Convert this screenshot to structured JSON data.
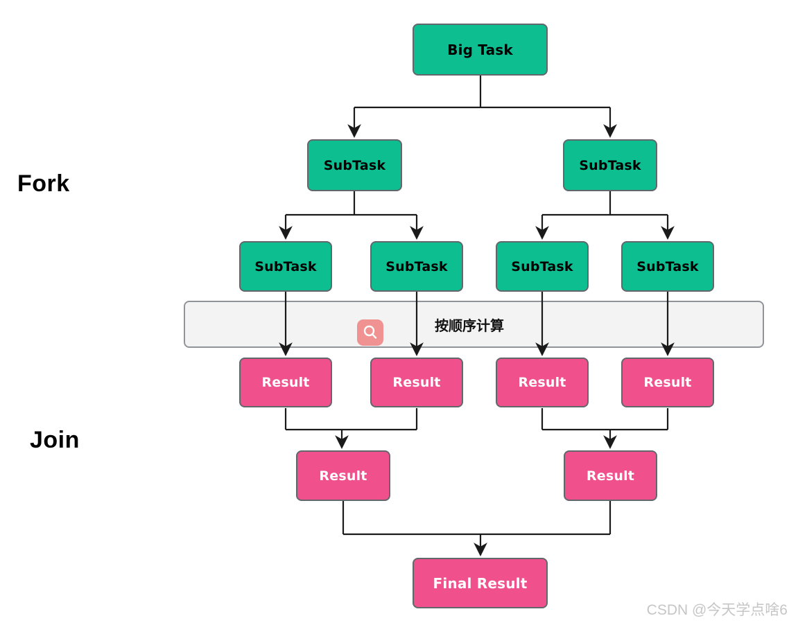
{
  "labels": {
    "fork": "Fork",
    "join": "Join"
  },
  "nodes": {
    "big_task": "Big Task",
    "subtasks_l2": [
      "SubTask",
      "SubTask"
    ],
    "subtasks_l3": [
      "SubTask",
      "SubTask",
      "SubTask",
      "SubTask"
    ],
    "results_l1": [
      "Result",
      "Result",
      "Result",
      "Result"
    ],
    "results_l2": [
      "Result",
      "Result"
    ],
    "final_result": "Final Result"
  },
  "banner": {
    "text": "按顺序计算",
    "icon": "magnifier-icon"
  },
  "watermark": "CSDN @今天学点啥6",
  "colors": {
    "task_fill": "#0dbe91",
    "result_fill": "#f0508c",
    "node_border": "#62676c",
    "banner_bg": "#f3f3f3",
    "banner_border": "#909498",
    "magnifier_bg": "#f09292",
    "line": "#1a1a1a",
    "watermark_text": "#c6c6c6"
  }
}
